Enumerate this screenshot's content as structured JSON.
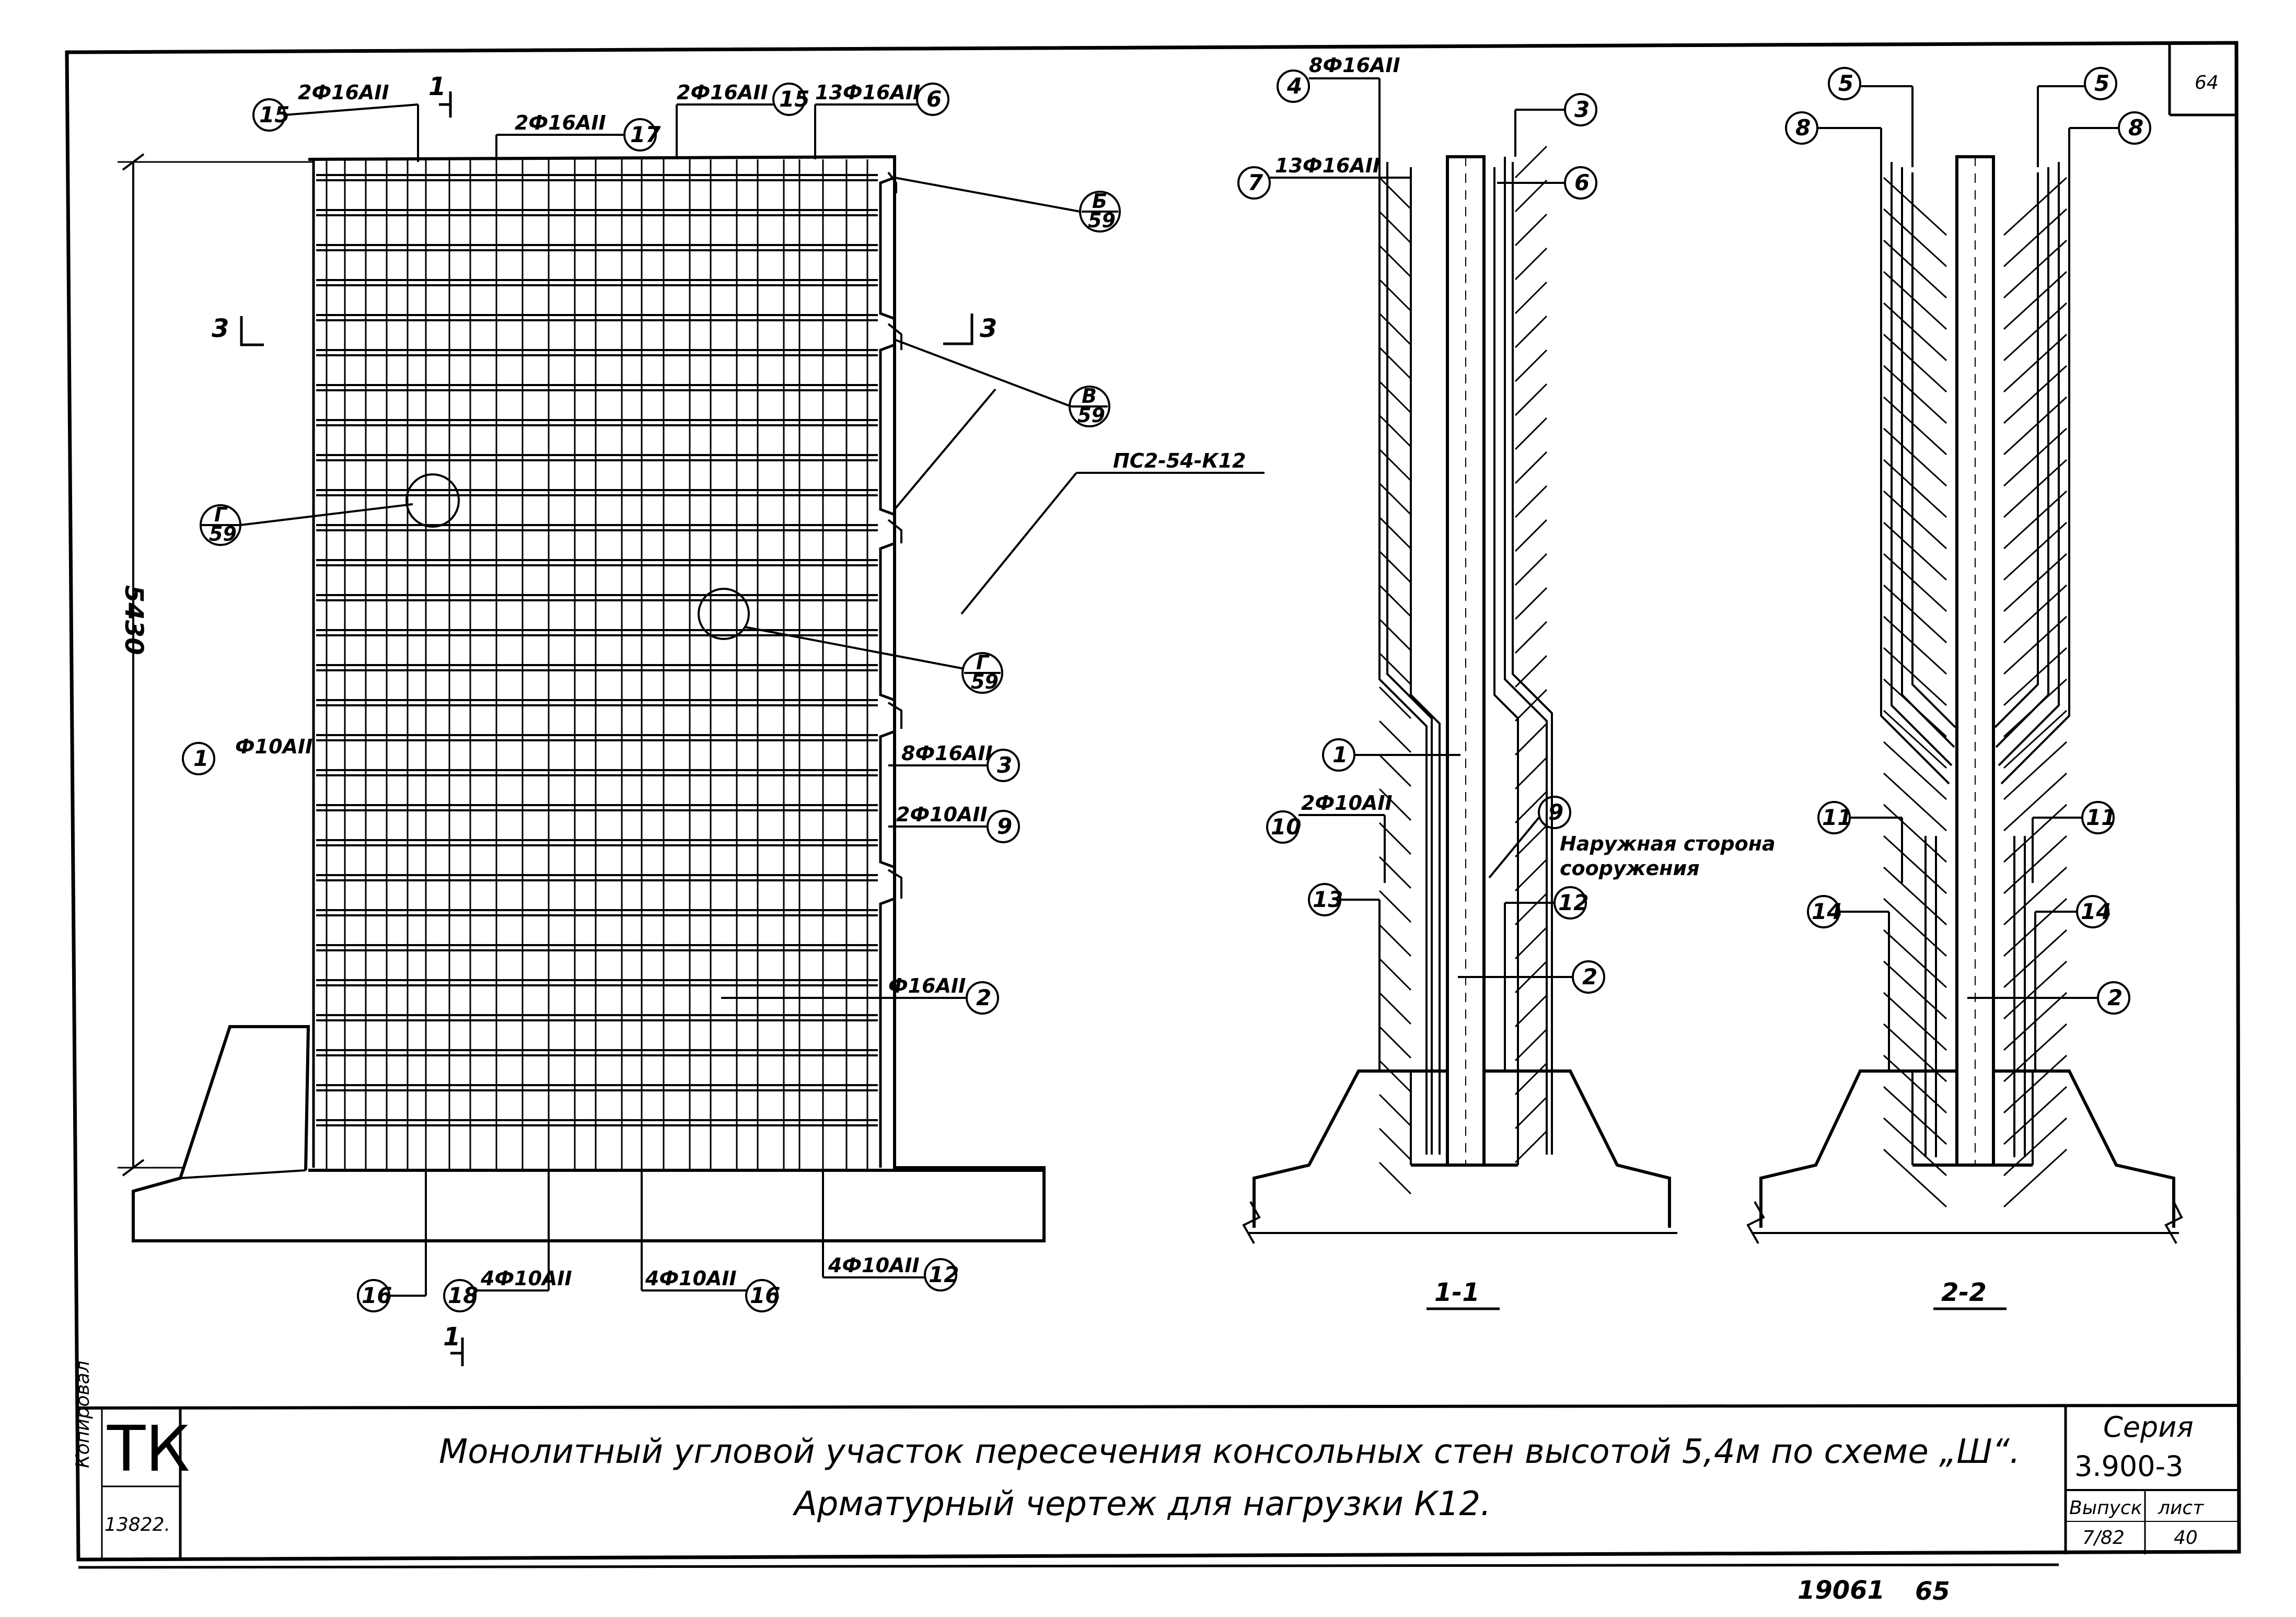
{
  "sheet": {
    "page_number_top": "64",
    "stamp_logo": "ТК",
    "stamp_number": "13822.",
    "side_stamp": "Копировал",
    "footer_left": "19061",
    "footer_right": "65"
  },
  "title_block": {
    "title_line1": "Монолитный угловой участок пересечения консольных стен высотой 5,4м по схеме „Ш“.",
    "title_line2": "Арматурный чертеж для нагрузки К12.",
    "series_label": "Серия",
    "series_value": "3.900-3",
    "issue_label": "Выпуск",
    "issue_value": "7/82",
    "sheet_label": "лист",
    "sheet_value": "40"
  },
  "elevation": {
    "height_dim": "5430",
    "panel_label": "ПС2-54-К12",
    "cut_1_top": "1",
    "cut_1_bottom": "1",
    "cut_3_left": "3",
    "cut_3_right": "3",
    "callouts": [
      {
        "num": "15",
        "text": "2Ф16АII"
      },
      {
        "num": "17",
        "text": "2Ф16АII"
      },
      {
        "num": "15",
        "text": "2Ф16АII"
      },
      {
        "num": "6",
        "text": "13Ф16АII"
      },
      {
        "num": "1",
        "text": "Ф10АII"
      },
      {
        "num": "3",
        "text": "8Ф16АII"
      },
      {
        "num": "9",
        "text": "2Ф10АII"
      },
      {
        "num": "2",
        "text": "Ф16АII"
      },
      {
        "num": "16",
        "text": ""
      },
      {
        "num": "18",
        "text": "4Ф10АII"
      },
      {
        "num": "16",
        "text": "4Ф10АII"
      },
      {
        "num": "12",
        "text": "4Ф10АII"
      }
    ],
    "detail_refs": [
      {
        "top": "Б",
        "bottom": "59"
      },
      {
        "top": "В",
        "bottom": "59"
      },
      {
        "top": "Г",
        "bottom": "59"
      },
      {
        "top": "Г",
        "bottom": "59"
      }
    ]
  },
  "section_1": {
    "label": "1-1",
    "note_line1": "Наружная сторона",
    "note_line2": "сооружения",
    "callouts": [
      {
        "num": "4",
        "text": "8Ф16АII"
      },
      {
        "num": "7",
        "text": "13Ф16АII"
      },
      {
        "num": "3",
        "text": ""
      },
      {
        "num": "6",
        "text": ""
      },
      {
        "num": "1",
        "text": ""
      },
      {
        "num": "10",
        "text": "2Ф10АII"
      },
      {
        "num": "9",
        "text": ""
      },
      {
        "num": "13",
        "text": ""
      },
      {
        "num": "12",
        "text": ""
      },
      {
        "num": "2",
        "text": ""
      }
    ]
  },
  "section_2": {
    "label": "2-2",
    "callouts": [
      {
        "num": "5"
      },
      {
        "num": "5"
      },
      {
        "num": "8"
      },
      {
        "num": "8"
      },
      {
        "num": "11"
      },
      {
        "num": "11"
      },
      {
        "num": "14"
      },
      {
        "num": "14"
      },
      {
        "num": "2"
      }
    ]
  }
}
